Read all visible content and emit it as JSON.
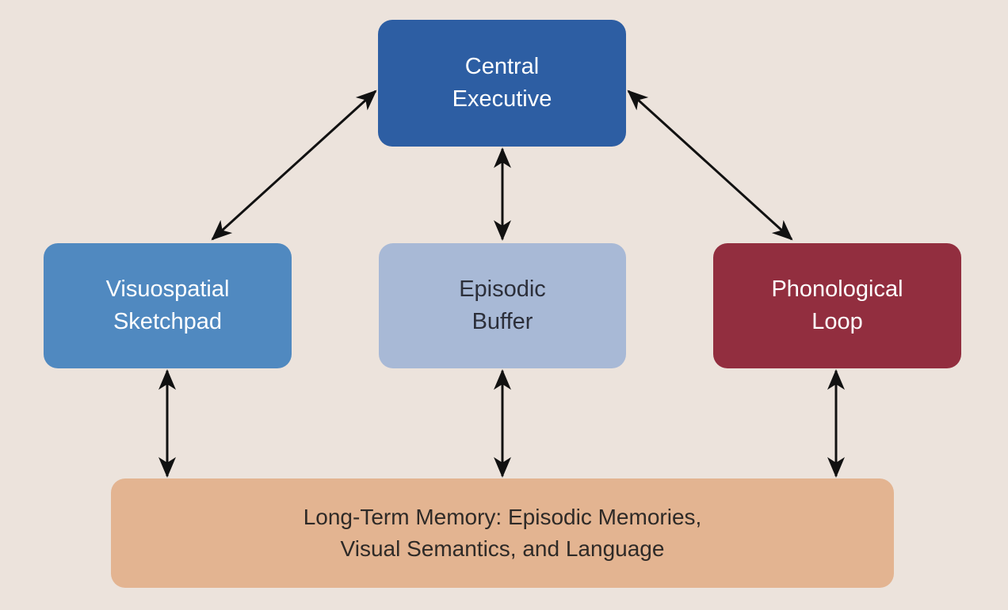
{
  "colors": {
    "background": "#ece3dc",
    "central_executive": "#2d5ea3",
    "visuospatial_sketchpad": "#5089c0",
    "episodic_buffer": "#a8b9d6",
    "phonological_loop": "#922e3f",
    "long_term_memory": "#e3b491",
    "arrow": "#111111"
  },
  "nodes": {
    "central_executive": {
      "line1": "Central",
      "line2": "Executive"
    },
    "visuospatial_sketchpad": {
      "line1": "Visuospatial",
      "line2": "Sketchpad"
    },
    "episodic_buffer": {
      "line1": "Episodic",
      "line2": "Buffer"
    },
    "phonological_loop": {
      "line1": "Phonological",
      "line2": "Loop"
    },
    "long_term_memory": {
      "line1": "Long-Term Memory: Episodic Memories,",
      "line2": "Visual Semantics, and Language"
    }
  },
  "edges": [
    {
      "from": "central_executive",
      "to": "visuospatial_sketchpad",
      "direction": "bidirectional"
    },
    {
      "from": "central_executive",
      "to": "episodic_buffer",
      "direction": "bidirectional"
    },
    {
      "from": "central_executive",
      "to": "phonological_loop",
      "direction": "bidirectional"
    },
    {
      "from": "visuospatial_sketchpad",
      "to": "long_term_memory",
      "direction": "bidirectional"
    },
    {
      "from": "episodic_buffer",
      "to": "long_term_memory",
      "direction": "bidirectional"
    },
    {
      "from": "phonological_loop",
      "to": "long_term_memory",
      "direction": "bidirectional"
    }
  ]
}
